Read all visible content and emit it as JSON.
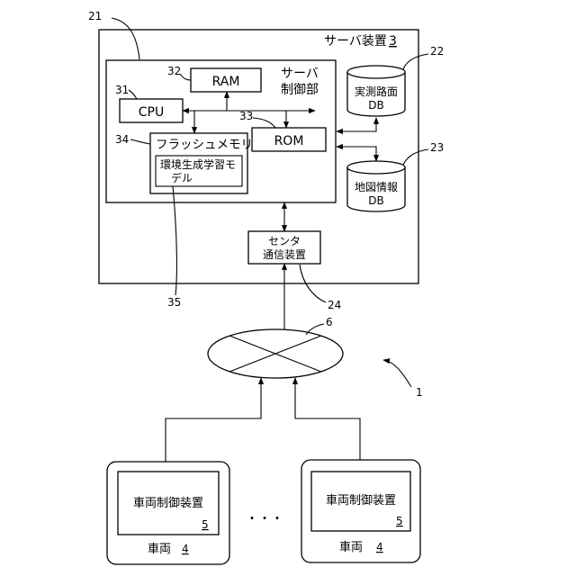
{
  "server": {
    "title": "サーバ装置",
    "num": "3",
    "ref": "21",
    "control": {
      "label_line1": "サーバ",
      "label_line2": "制御部",
      "cpu": "CPU",
      "cpu_ref": "31",
      "ram": "RAM",
      "ram_ref": "32",
      "rom": "ROM",
      "rom_ref": "33",
      "flash": "フラッシュメモリ",
      "flash_ref": "34",
      "model_line1": "環境生成学習モ",
      "model_line2": "デル",
      "model_ref": "35"
    },
    "db_real": {
      "line1": "実測路面",
      "line2": "DB",
      "ref": "22"
    },
    "db_map": {
      "line1": "地図情報",
      "line2": "DB",
      "ref": "23"
    },
    "comm": {
      "line1": "センタ",
      "line2": "通信装置",
      "ref": "24"
    }
  },
  "network": {
    "ref": "6"
  },
  "system": {
    "ref": "1"
  },
  "vehicles": [
    {
      "label": "車両",
      "num": "4",
      "controller": "車両制御装置",
      "controller_num": "5"
    },
    {
      "label": "車両",
      "num": "4",
      "controller": "車両制御装置",
      "controller_num": "5"
    }
  ],
  "ellipsis": "・・・"
}
